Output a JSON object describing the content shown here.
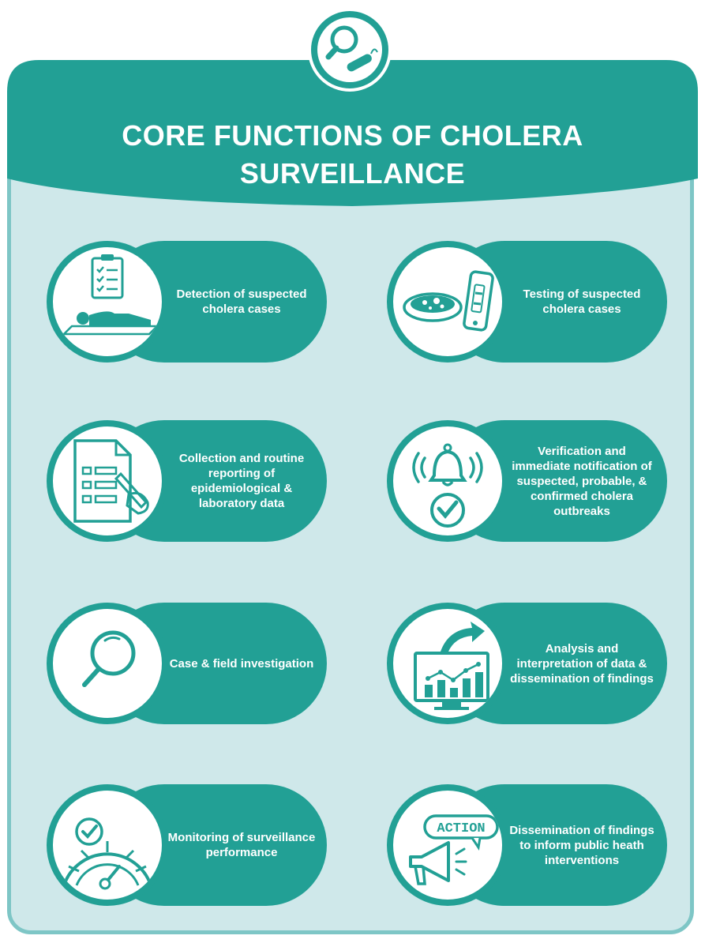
{
  "title": {
    "line1": "CORE FUNCTIONS OF CHOLERA",
    "line2": "SURVEILLANCE"
  },
  "colors": {
    "primary_teal": "#22a095",
    "panel_background": "#cfe8ea",
    "panel_border": "#7ec6c6",
    "text_on_teal": "#ffffff"
  },
  "header_icon": "magnifier-bacteria-icon",
  "functions": [
    {
      "label": "Detection of suspected cholera cases",
      "icon": "patient-checklist-icon"
    },
    {
      "label": "Testing of suspected cholera cases",
      "icon": "petri-dish-rapid-test-icon"
    },
    {
      "label": "Collection and routine reporting of epidemiological & laboratory data",
      "icon": "report-form-icon"
    },
    {
      "label": "Verification and immediate notification of suspected, probable, & confirmed cholera outbreaks",
      "icon": "alarm-bell-check-icon"
    },
    {
      "label": "Case & field investigation",
      "icon": "magnifying-glass-icon"
    },
    {
      "label": "Analysis and interpretation of data & dissemination of findings",
      "icon": "monitor-chart-arrow-icon"
    },
    {
      "label": "Monitoring of surveillance performance",
      "icon": "gauge-check-icon"
    },
    {
      "label": "Dissemination of findings to inform public heath interventions",
      "icon": "megaphone-action-icon",
      "icon_text": "ACTION"
    }
  ]
}
